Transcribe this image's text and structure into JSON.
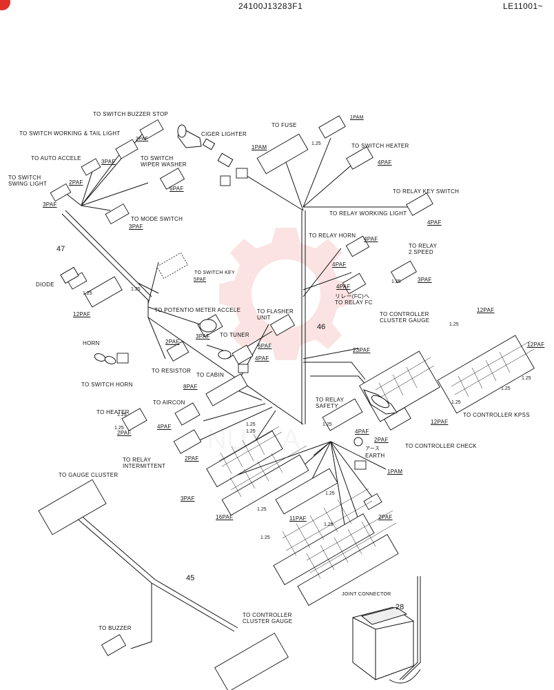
{
  "header": {
    "part_number": "24100J13283F1",
    "serial_range": "LE11001~"
  },
  "callouts": {
    "c45": "45",
    "c46": "46",
    "c47": "47",
    "c28": "28"
  },
  "labels": {
    "switch_buzzer_stop": "TO SWITCH BUZZER STOP",
    "switch_working_tail": "TO SWITCH WORKING & TAIL LIGHT",
    "ciger_lighter": "CIGER LIGHTER",
    "to_fuse": "TO FUSE",
    "switch_heater": "TO SWITCH HEATER",
    "auto_accele": "TO AUTO ACCELE",
    "switch_wiper_1": "TO SWITCH",
    "switch_wiper_2": "WIPER WASHER",
    "switch_swing_1": "TO SWITCH",
    "switch_swing_2": "SWING LIGHT",
    "relay_key_switch": "TO RELAY KEY SWITCH",
    "relay_working_light": "TO RELAY WORKING LIGHT",
    "mode_switch": "TO MODE SWITCH",
    "relay_horn": "TO RELAY HORN",
    "relay_2speed_1": "TO RELAY",
    "relay_2speed_2": "2.SPEED",
    "diode": "DIODE",
    "switch_key": "TO SWITCH KEY",
    "relay_fc_jp": "リレー(FC)へ",
    "relay_fc": "TO RELAY FC",
    "potentio": "TO POTENTIO METER ACCELE",
    "flasher_1": "TO FLASHER",
    "flasher_2": "UNIT",
    "controller_cluster_1": "TO CONTROLLER",
    "controller_cluster_2": "CLUSTER GAUGE",
    "tuner": "TO TUNER",
    "horn": "HORN",
    "resistor": "TO RESISTOR",
    "switch_horn": "TO SWITCH HORN",
    "cabin": "TO CABIN",
    "aircon": "TO AIRCON",
    "heater": "TO HEATER",
    "relay_safety_1": "TO RELAY",
    "relay_safety_2": "SAFETY",
    "controller_kpss": "TO CONTROLLER KPSS",
    "controller_check": "TO CONTROLLER CHECK",
    "earth_jp": "アース",
    "earth": "EARTH",
    "relay_intermittent_1": "TO RELAY",
    "relay_intermittent_2": "INTERMITTENT",
    "gauge_cluster": "TO GAUGE CLUSTER",
    "joint_connector": "JOINT CONNECTOR",
    "buzzer": "TO BUZZER",
    "controller_cluster_b_1": "TO CONTROLLER",
    "controller_cluster_b_2": "CLUSTER GAUGE"
  },
  "connector_codes": {
    "c_1pam_a": "1PAM",
    "c_1pam_b": "1PAM",
    "c_1pam_c": "1PAM",
    "c_2paf_a": "2PAF",
    "c_2paf_b": "2PAF",
    "c_2paf_c": "2PAF",
    "c_2paf_d": "2PAF",
    "c_2paf_e": "2PAF",
    "c_3paf_a": "3PAF",
    "c_3paf_b": "3PAF",
    "c_3paf_c": "3PAF",
    "c_3paf_d": "3PAF",
    "c_3paf_e": "3PAF",
    "c_4paf_a": "4PAF",
    "c_4paf_b": "4PAF",
    "c_4paf_c": "4PAF",
    "c_4paf_d": "4PAF",
    "c_4paf_e": "4PAF",
    "c_4paf_f": "4PAF",
    "c_4paf_g": "4PAF",
    "c_5paf": "5PAF",
    "c_6paf_a": "6PAF",
    "c_6paf_b": "6PAF",
    "c_8paf": "8PAF",
    "c_11paf": "11PAF",
    "c_12paf_a": "12PAF",
    "c_12paf_b": "12PAF",
    "c_16paf": "16PAF",
    "c_23paf": "23PAF"
  },
  "wire_gauge": "1.25"
}
